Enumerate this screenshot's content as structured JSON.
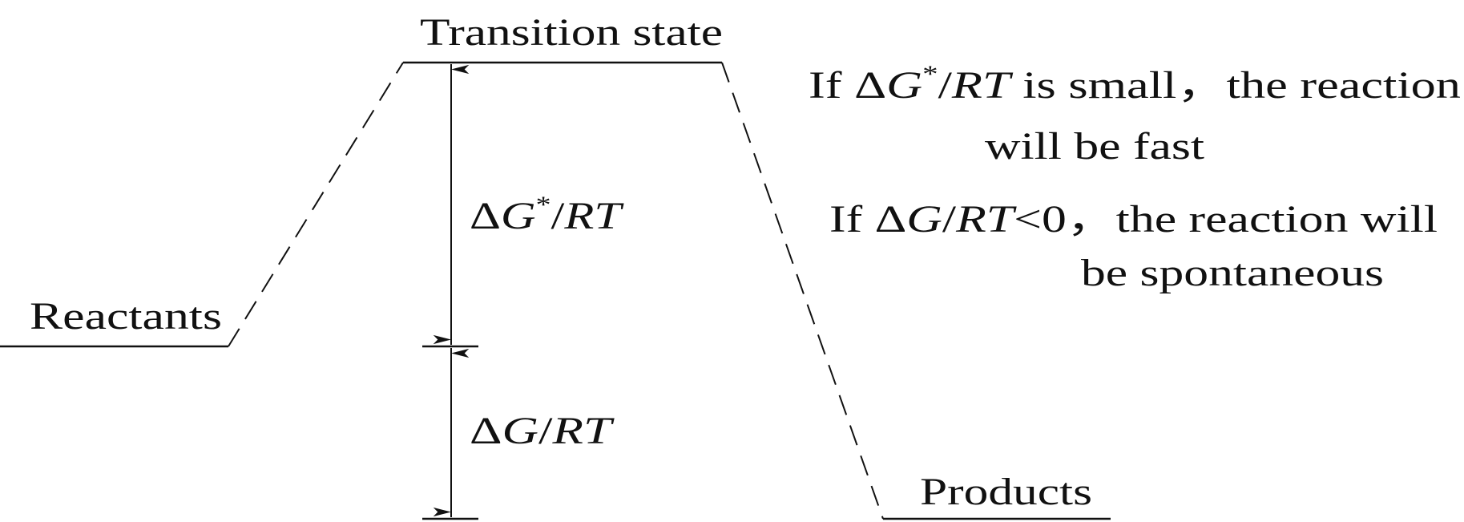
{
  "labels": {
    "transition_state": "Transition state",
    "reactants": "Reactants",
    "products": "Products"
  },
  "measures": {
    "activation": {
      "delta": "Δ",
      "G": "G",
      "star": "*",
      "slash": "/",
      "RT": "RT"
    },
    "reaction": {
      "delta": "Δ",
      "G": "G",
      "slash": "/",
      "RT": "RT"
    }
  },
  "notes": {
    "fast_line1": {
      "if": "If Δ",
      "G": "G",
      "star": "*",
      "slash": "/",
      "RT": "RT",
      "rest": " is small，the reaction"
    },
    "fast_line2": "will be fast",
    "spont_line1": {
      "if": "If Δ",
      "G": "G",
      "slash": "/",
      "RT": "RT",
      "rest": "<0，the reaction will"
    },
    "spont_line2": "be spontaneous"
  },
  "colors": {
    "ink": "#111111"
  }
}
